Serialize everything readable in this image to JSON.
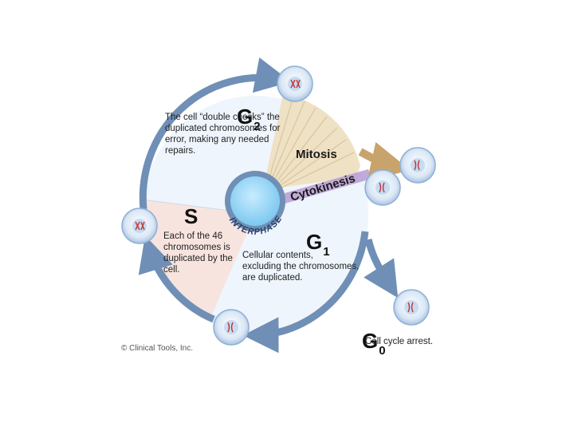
{
  "colors": {
    "background": "#ffffff",
    "arrow_blue": "#6f8fb6",
    "arrow_blue_dark": "#4d6f99",
    "inner_fill": "#eef5fc",
    "s_phase_fill": "#f7e4df",
    "mitosis_fill": "#efe1c4",
    "mitosis_arrow": "#c9a36c",
    "cytokinesis_band": "#b79bd1",
    "nucleus": "#8fd3f5",
    "cell_fill": "#d4e4f6"
  },
  "diagram": {
    "phases": {
      "g2": {
        "letter": "G",
        "sub": "2",
        "description": "The cell “double checks” the\nduplicated chromosomes for\nerror, making any needed\nrepairs."
      },
      "s": {
        "letter": "S",
        "description": "Each of the 46\nchromosomes is\nduplicated by the\ncell."
      },
      "g1": {
        "letter": "G",
        "sub": "1",
        "description": "Cellular contents,\nexcluding the chromosomes,\nare duplicated."
      },
      "g0": {
        "letter": "G",
        "sub": "0",
        "description": "Cell cycle arrest."
      }
    },
    "mitosis_label": "Mitosis",
    "cytokinesis_label": "Cytokinesis",
    "interphase_label": "INTERPHASE",
    "copyright": "© Clinical Tools, Inc."
  }
}
